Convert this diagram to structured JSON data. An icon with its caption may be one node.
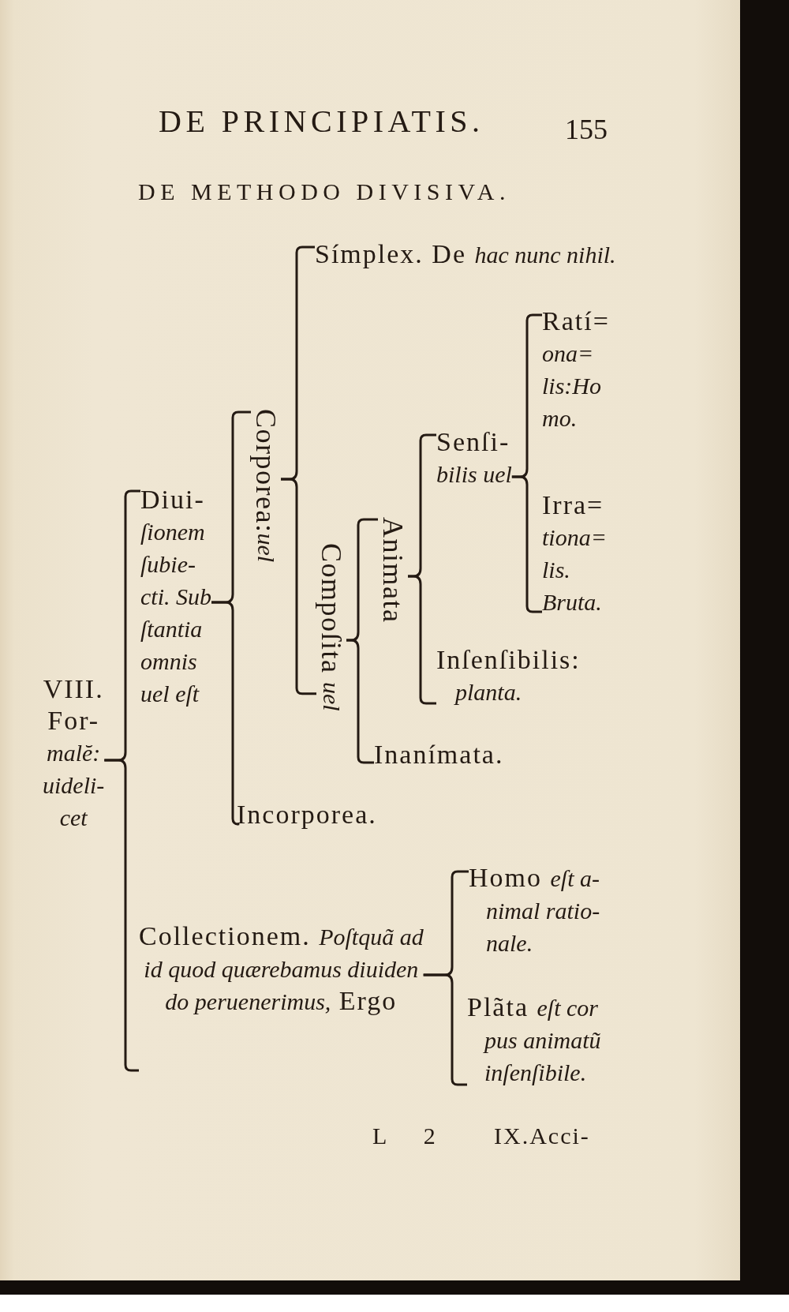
{
  "diagram": {
    "title": "DE METHODO DIVISIVA.",
    "nodes": [
      {
        "text": [
          "VIII. For- *malĕ: uideli- cet*"
        ]
      },
      {
        "text": [
          "Diui- *ſionem ſubie- cti. Sub ſtantia omnis uel eſt*"
        ]
      },
      {
        "text": [
          "Corporea:*uel*"
        ]
      },
      {
        "text": [
          "Símplex. De *hac nunc nihil.*"
        ]
      },
      {
        "text": [
          "Compoſita *uel*"
        ]
      },
      {
        "text": [
          "Animata"
        ]
      },
      {
        "text": [
          "Senſi- *bilis uel*"
        ]
      },
      {
        "text": [
          "Ratí= *ona= lis:Ho mo.*"
        ]
      },
      {
        "text": [
          "Irra= *tiona= lis. Bruta.*"
        ]
      },
      {
        "text": [
          "Inſenſibilis: *planta.*"
        ]
      },
      {
        "text": [
          "Inanímata."
        ]
      },
      {
        "text": [
          "Incorporea."
        ]
      },
      {
        "text": [
          "Collectionem. *Poſtquã ad id quod quærebamus diuiden do peruenerimus,* Ergo"
        ]
      },
      {
        "text": [
          "Homo *eſt a- nimal ratio- nale.*"
        ]
      },
      {
        "text": [
          "Plãta *eſt cor pus animatũ inſenſibile.*"
        ]
      }
    ],
    "edges": [
      {
        "from": 0,
        "to": 1,
        "arrow": "none"
      },
      {
        "from": 0,
        "to": 12,
        "arrow": "none"
      },
      {
        "from": 1,
        "to": 2,
        "arrow": "none"
      },
      {
        "from": 1,
        "to": 11,
        "arrow": "none"
      },
      {
        "from": 2,
        "to": 3,
        "arrow": "none"
      },
      {
        "from": 2,
        "to": 4,
        "arrow": "none"
      },
      {
        "from": 4,
        "to": 5,
        "arrow": "none"
      },
      {
        "from": 4,
        "to": 10,
        "arrow": "none"
      },
      {
        "from": 5,
        "to": 6,
        "arrow": "none"
      },
      {
        "from": 5,
        "to": 9,
        "arrow": "none"
      },
      {
        "from": 6,
        "to": 7,
        "arrow": "none"
      },
      {
        "from": 6,
        "to": 8,
        "arrow": "none"
      },
      {
        "from": 12,
        "to": 13,
        "arrow": "none"
      },
      {
        "from": 12,
        "to": 14,
        "arrow": "none"
      }
    ],
    "labels": [
      "DE PRINCIPIATIS.",
      "155",
      "L 2",
      "IX.Acci-"
    ]
  }
}
